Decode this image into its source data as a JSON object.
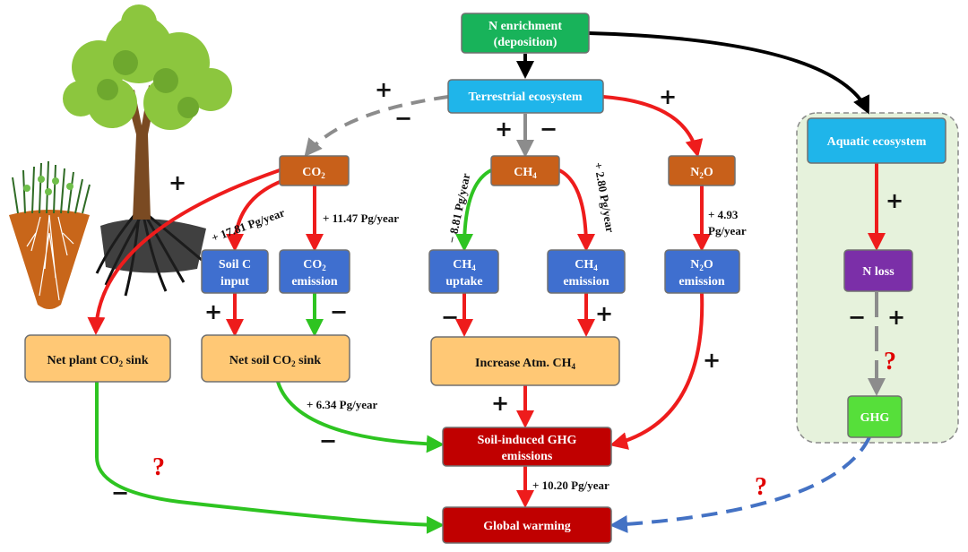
{
  "nodes": {
    "n_enrichment": {
      "line1": "N enrichment",
      "line2": "(deposition)"
    },
    "terrestrial": {
      "label": "Terrestrial ecosystem"
    },
    "aquatic": {
      "label": "Aquatic ecosystem"
    },
    "co2": {
      "base": "CO",
      "sub": "2"
    },
    "ch4": {
      "base": "CH",
      "sub": "4"
    },
    "n2o": {
      "pre": "N",
      "sub": "2",
      "post": "O"
    },
    "soil_c_input": {
      "line1": "Soil C",
      "line2": "input"
    },
    "co2_emission": {
      "base": "CO",
      "sub": "2",
      "line2": "emission"
    },
    "ch4_uptake": {
      "base": "CH",
      "sub": "4",
      "line2": "uptake"
    },
    "ch4_emission": {
      "base": "CH",
      "sub": "4",
      "line2": "emission"
    },
    "n2o_emission": {
      "pre": "N",
      "sub": "2",
      "post": "O",
      "line2": "emission"
    },
    "n_loss": {
      "label": "N loss"
    },
    "net_plant_sink": {
      "pre": "Net plant CO",
      "sub": "2",
      "post": "  sink"
    },
    "net_soil_sink": {
      "pre": "Net soil CO",
      "sub": "2",
      "post": " sink"
    },
    "increase_ch4": {
      "pre": "Increase Atm. CH",
      "sub": "4"
    },
    "ghg": {
      "label": "GHG"
    },
    "soil_ghg": {
      "line1": "Soil-induced GHG",
      "line2": "emissions"
    },
    "global_warming": {
      "label": "Global warming"
    }
  },
  "flux_labels": {
    "soil_c": "+ 17.81 Pg/year",
    "co2_emission": "+ 11.47 Pg/year",
    "ch4_uptake": "− 8.81 Pg/year",
    "ch4_emission": "+ 2.80 Pg/year",
    "n2o_line1": "+ 4.93",
    "n2o_line2": "Pg/year",
    "net_soil": "+ 6.34  Pg/year",
    "soil_ghg": "+ 10.20 Pg/year"
  },
  "signs": {
    "plus": "+",
    "minus": "−",
    "question": "?"
  },
  "colors": {
    "green_box": "#18b35a",
    "cyan_box": "#1fb5ea",
    "orange_box": "#c8601a",
    "blue_box": "#3f6fcf",
    "purple_box": "#7b2fa8",
    "yellow_box": "#ffc875",
    "red_box": "#c00000",
    "ghg_green": "#56df3a",
    "panel_bg": "#e6f2dc",
    "arrow_red": "#ee1c1c",
    "arrow_green": "#2ec421",
    "arrow_gray": "#8c8c8c",
    "arrow_blue": "#4472c4"
  },
  "icons": [
    "grass-pot-icon",
    "tree-icon"
  ]
}
